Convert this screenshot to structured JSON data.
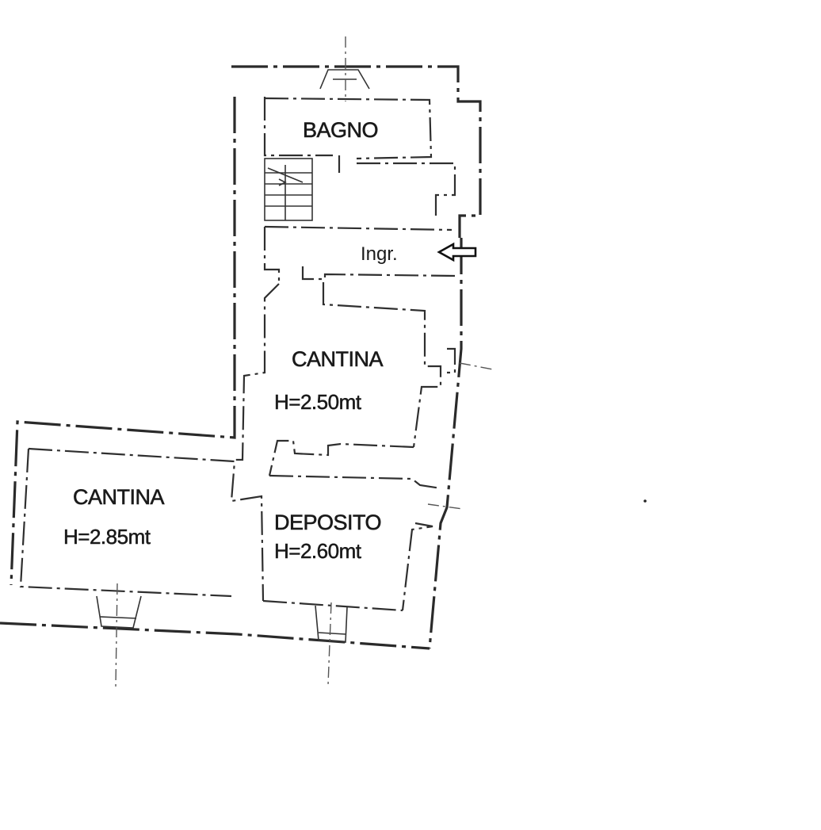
{
  "floor_plan": {
    "rooms": [
      {
        "id": "bagno",
        "name": "BAGNO",
        "height": ""
      },
      {
        "id": "ingresso",
        "name": "Ingr.",
        "height": ""
      },
      {
        "id": "cantina-1",
        "name": "CANTINA",
        "height": "H=2.50mt"
      },
      {
        "id": "cantina-2",
        "name": "CANTINA",
        "height": "H=2.85mt"
      },
      {
        "id": "deposito",
        "name": "DEPOSITO",
        "height": "H=2.60mt"
      }
    ],
    "entrance_arrow": "arrow-left-icon",
    "stairs_icon": "stairs-icon",
    "colors": {
      "ink": "#1a1a1a",
      "background": "#ffffff"
    }
  }
}
